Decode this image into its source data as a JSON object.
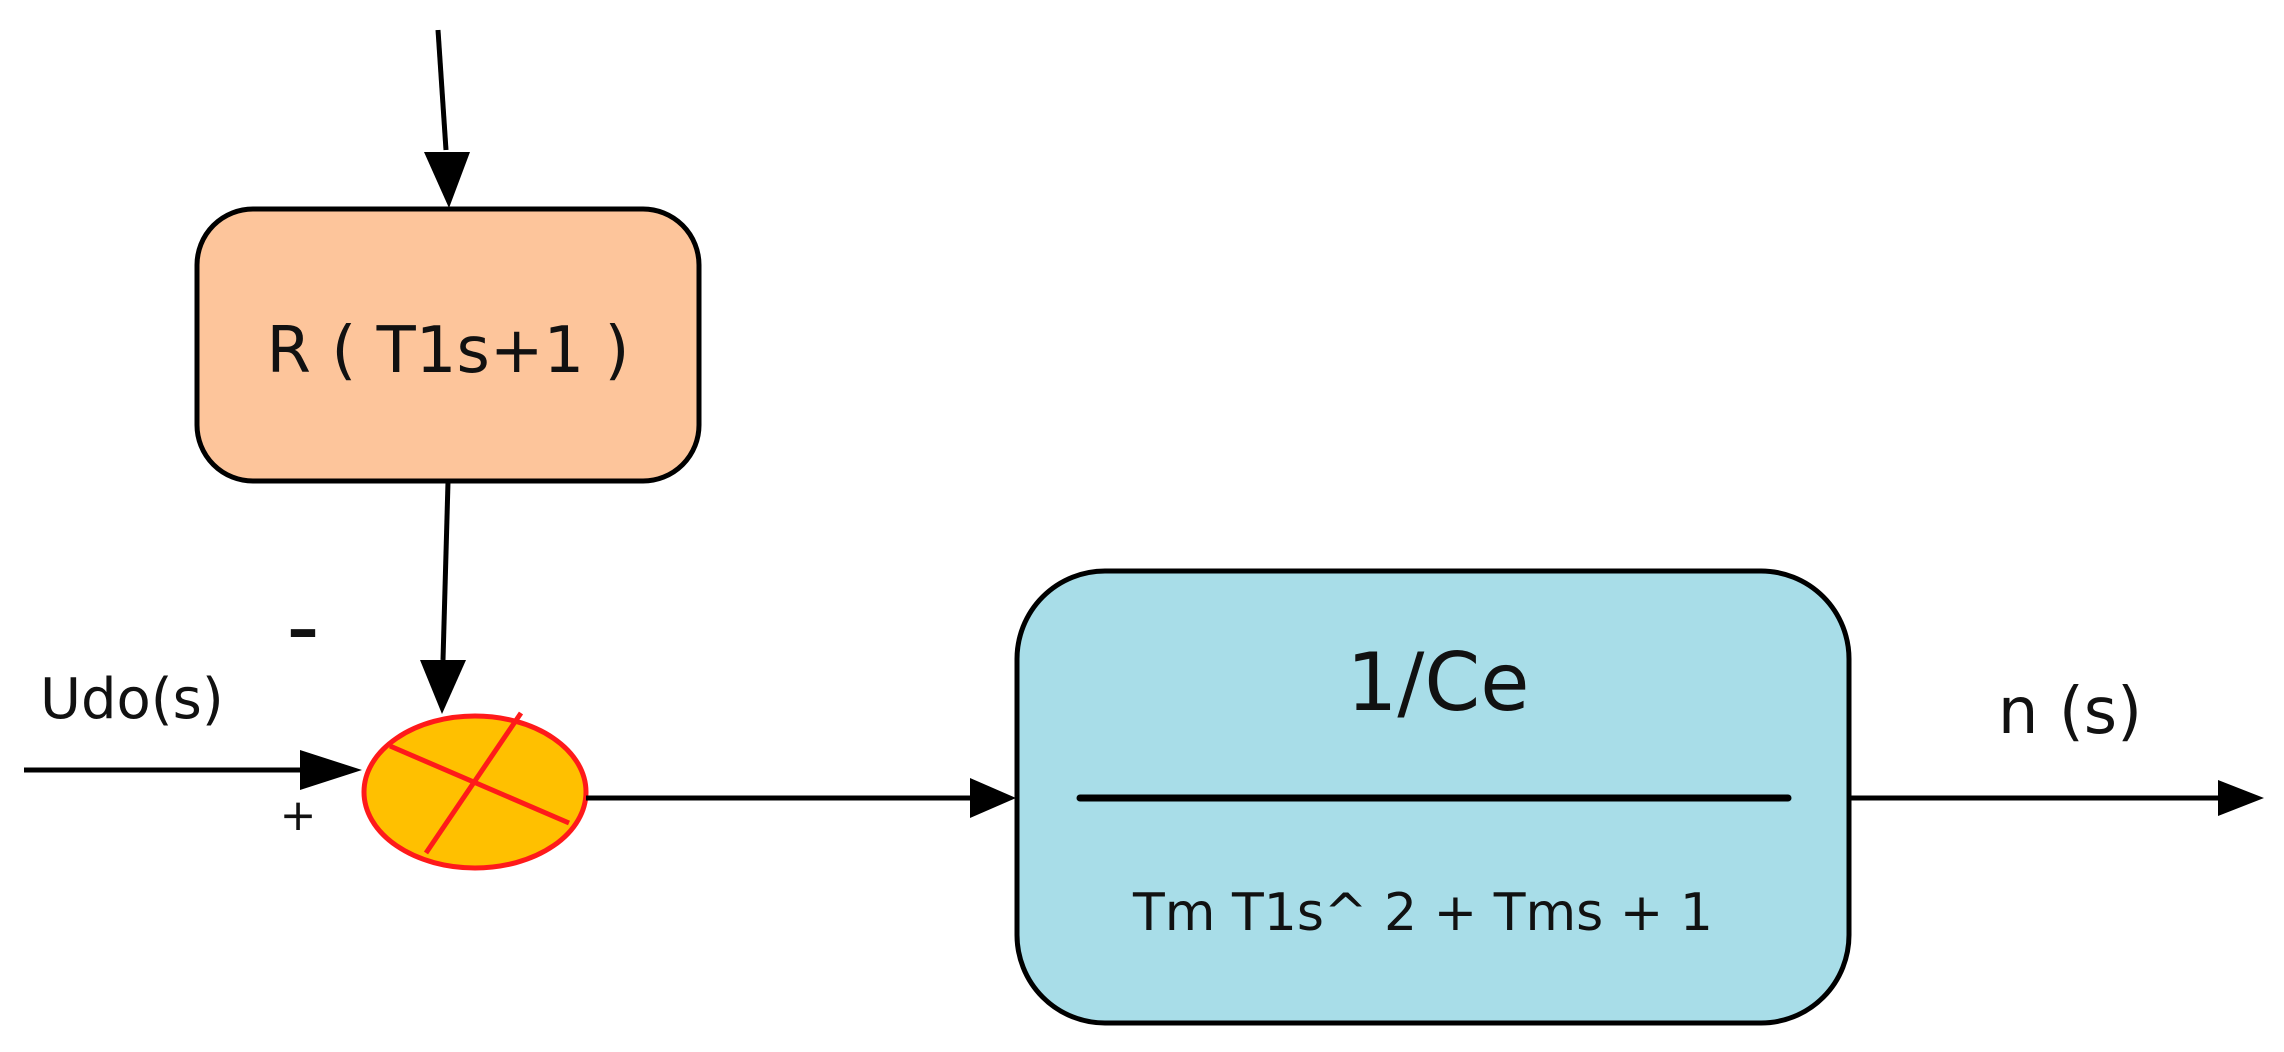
{
  "diagram": {
    "blocks": {
      "upper": {
        "label": "R ( T1s+1 )",
        "fill": "#FDC59B"
      },
      "main": {
        "numerator": "1/Ce",
        "denominator": "Tm T1s^ 2 + Tms + 1",
        "fill": "#A8DDE8"
      }
    },
    "summing_junction": {
      "fill": "#FFC000",
      "stroke": "#FF1A1A"
    },
    "signals": {
      "input": "Udo(s)",
      "output": "n (s)",
      "minus_sign": "–",
      "plus_sign": "+"
    },
    "colors": {
      "line": "#000000"
    }
  }
}
